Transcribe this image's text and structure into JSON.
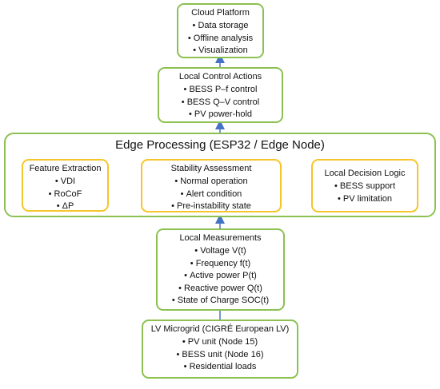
{
  "colors": {
    "green_border": "#8cc152",
    "yellow_border": "#f6c42b",
    "arrow": "#4472c4"
  },
  "cloud": {
    "title": "Cloud Platform",
    "items": [
      "Data storage",
      "Offline analysis",
      "Visualization"
    ]
  },
  "local_control": {
    "title": "Local Control Actions",
    "items": [
      "BESS P–f control",
      "BESS Q–V control",
      "PV power-hold"
    ]
  },
  "edge": {
    "title": "Edge Processing (ESP32 / Edge Node)",
    "feature": {
      "title": "Feature Extraction",
      "items": [
        "VDI",
        "RoCoF",
        "ΔP"
      ]
    },
    "stability": {
      "title": "Stability Assessment",
      "items": [
        "Normal operation",
        "Alert condition",
        "Pre-instability state"
      ]
    },
    "decision": {
      "title": "Local Decision Logic",
      "items": [
        "BESS support",
        "PV limitation"
      ]
    }
  },
  "measurements": {
    "title": "Local Measurements",
    "items": [
      "Voltage V(t)",
      "Frequency f(t)",
      "Active power P(t)",
      "Reactive power Q(t)",
      "State of Charge SOC(t)"
    ]
  },
  "microgrid": {
    "title": "LV Microgrid (CIGRÉ European LV)",
    "items": [
      "PV unit (Node 15)",
      "BESS unit (Node 16)",
      "Residential loads"
    ]
  }
}
